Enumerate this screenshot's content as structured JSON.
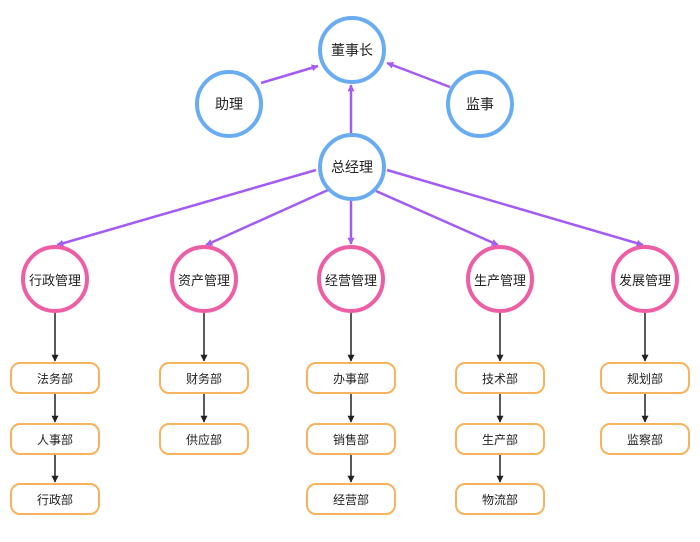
{
  "diagram": {
    "colors": {
      "top_circle": "#6aacf2",
      "dept_circle": "#ee5ea4",
      "unit_box": "#f7b25e",
      "purple_arrow": "#a35cf3",
      "black_arrow": "#222222"
    },
    "top": {
      "chairman": "董事长",
      "assistant": "助理",
      "supervisor": "监事",
      "general_manager": "总经理"
    },
    "departments": [
      {
        "name": "行政管理",
        "units": [
          "法务部",
          "人事部",
          "行政部"
        ]
      },
      {
        "name": "资产管理",
        "units": [
          "财务部",
          "供应部"
        ]
      },
      {
        "name": "经营管理",
        "units": [
          "办事部",
          "销售部",
          "经营部"
        ]
      },
      {
        "name": "生产管理",
        "units": [
          "技术部",
          "生产部",
          "物流部"
        ]
      },
      {
        "name": "发展管理",
        "units": [
          "规划部",
          "监察部"
        ]
      }
    ]
  }
}
